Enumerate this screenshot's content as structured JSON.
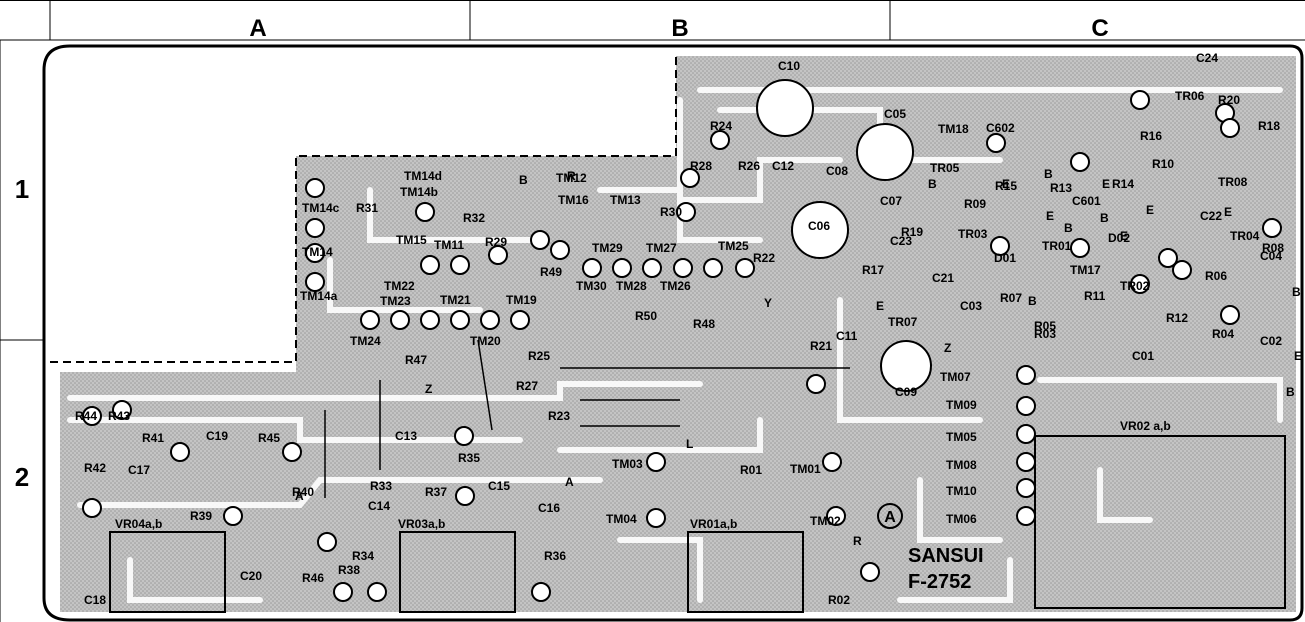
{
  "grid": {
    "columns": [
      "A",
      "B",
      "C"
    ],
    "rows": [
      "1",
      "2"
    ]
  },
  "board": {
    "brand": "SANSUI",
    "part_number": "F-2752",
    "side_mark": "A",
    "colors": {
      "copper": "#b8b8b8",
      "outline": "#000000",
      "background": "#ffffff"
    }
  },
  "components": [
    "C10",
    "C05",
    "C08",
    "C06",
    "C09",
    "C12",
    "C07",
    "C23",
    "C21",
    "C03",
    "C11",
    "C01",
    "C02",
    "C04",
    "C22",
    "C24",
    "C601",
    "C602",
    "C13",
    "C14",
    "C15",
    "C16",
    "C17",
    "C18",
    "C19",
    "C20",
    "TR05",
    "TR03",
    "TR01",
    "TR04",
    "TR02",
    "TR06",
    "TR07",
    "TR08",
    "D01",
    "D02",
    "R24",
    "R28",
    "R26",
    "R30",
    "R32",
    "R31",
    "R29",
    "R49",
    "R50",
    "R48",
    "R22",
    "R25",
    "R27",
    "R23",
    "R21",
    "R47",
    "R35",
    "R33",
    "R34",
    "R36",
    "R37",
    "R38",
    "R39",
    "R40",
    "R41",
    "R42",
    "R43",
    "R44",
    "R45",
    "R46",
    "R17",
    "R07",
    "R05",
    "R03",
    "R11",
    "R09",
    "R19",
    "R15",
    "R13",
    "R14",
    "R16",
    "R10",
    "R18",
    "R20",
    "R08",
    "R06",
    "R04",
    "R12",
    "R01",
    "R02",
    "TM14c",
    "TM14",
    "TM14a",
    "TM14d",
    "TM14b",
    "TM11",
    "TM12",
    "TM15",
    "TM13",
    "TM16",
    "TM22",
    "TM23",
    "TM21",
    "TM19",
    "TM24",
    "TM20",
    "TM29",
    "TM27",
    "TM25",
    "TM28",
    "TM26",
    "TM30",
    "TM18",
    "TM17",
    "TM07",
    "TM09",
    "TM05",
    "TM08",
    "TM10",
    "TM06",
    "TM01",
    "TM03",
    "TM04",
    "TM02",
    "VR04a,b",
    "VR03a,b",
    "VR01a,b",
    "VR02 a,b"
  ],
  "markers": [
    "B",
    "R",
    "Y",
    "Z",
    "Z",
    "A",
    "A",
    "L",
    "R",
    "B",
    "B",
    "E",
    "E",
    "E",
    "E",
    "B",
    "E",
    "B",
    "E",
    "B",
    "E",
    "B",
    "B",
    "E"
  ]
}
